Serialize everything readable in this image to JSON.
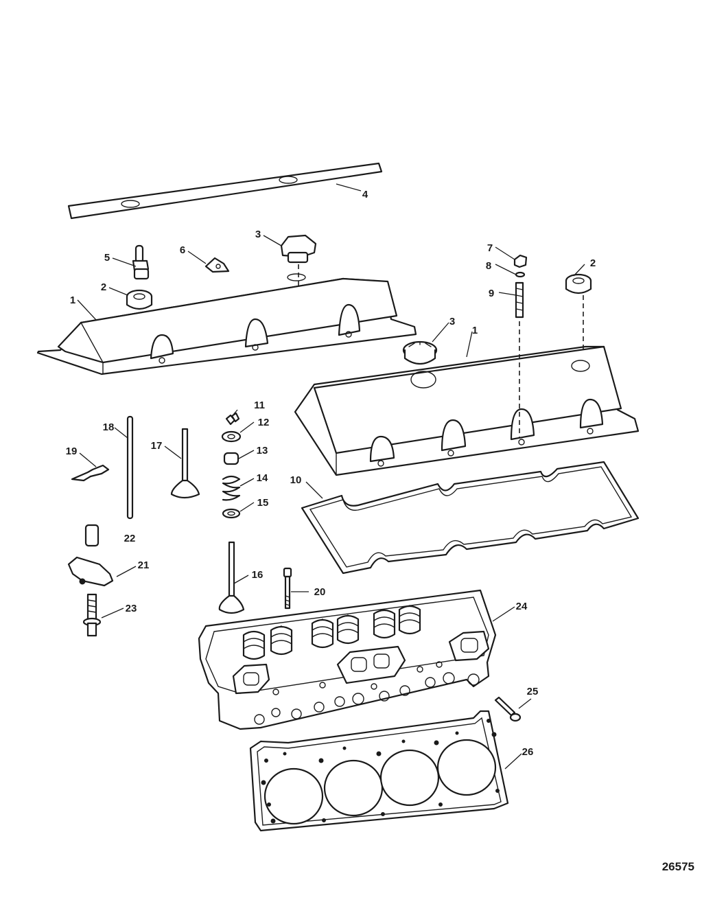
{
  "figure_number": "26575",
  "callouts": [
    "1",
    "1",
    "2",
    "2",
    "3",
    "3",
    "4",
    "5",
    "6",
    "7",
    "8",
    "9",
    "10",
    "11",
    "12",
    "13",
    "14",
    "15",
    "16",
    "17",
    "18",
    "19",
    "20",
    "21",
    "22",
    "23",
    "24",
    "25",
    "26"
  ]
}
